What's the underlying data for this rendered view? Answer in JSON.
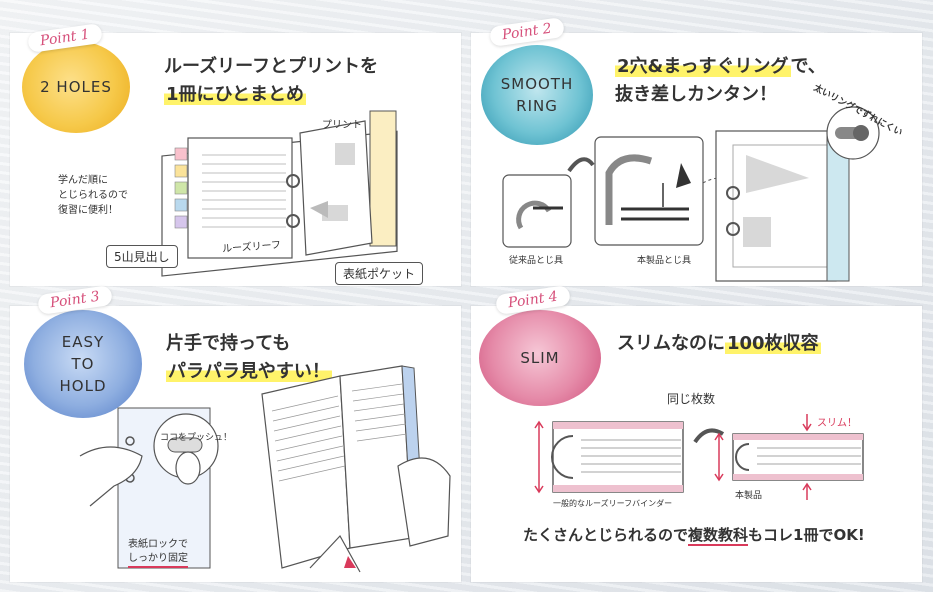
{
  "points": [
    {
      "tag": "Point 1",
      "badge": "2 HOLES",
      "headline_line1": "ルーズリーフとプリントを",
      "headline_line2": "1冊にひとまとめ",
      "note_lines": [
        "学んだ順に",
        "とじられるので",
        "復習に便利！"
      ],
      "label_index": "5山見出し",
      "label_pocket": "表紙ポケット",
      "label_loose": "ルーズリーフ",
      "label_print": "プリント",
      "badge_color": "#f6c94a"
    },
    {
      "tag": "Point 2",
      "badge_line1": "SMOOTH",
      "badge_line2": "RING",
      "headline_line1_hl": "2穴&まっすぐリング",
      "headline_line1_rest": "で、",
      "headline_line2": "抜き差しカンタン！",
      "label_conventional": "従来品とじ具",
      "label_product": "本製品とじ具",
      "label_thick_ring": "太いリングでずれにくい",
      "badge_color": "#6fc3d3"
    },
    {
      "tag": "Point 3",
      "badge_line1": "EASY",
      "badge_line2": "TO",
      "badge_line3": "HOLD",
      "headline_line1": "片手で持っても",
      "headline_line2": "パラパラ見やすい！",
      "label_push": "ココをプッシュ！",
      "caption_line1": "表紙ロックで",
      "caption_line2": "しっかり固定",
      "badge_color": "#8eaee0"
    },
    {
      "tag": "Point 4",
      "badge": "SLIM",
      "headline_rest": "スリムなのに",
      "headline_hl": "100枚収容",
      "label_same": "同じ枚数",
      "label_slim": "スリム！",
      "label_generic": "一般的なルーズリーフバインダー",
      "label_product": "本製品",
      "footer_pre": "たくさんとじられるので",
      "footer_ul": "複数教科",
      "footer_post": "もコレ1冊でOK!",
      "badge_color": "#e58aa8"
    }
  ]
}
